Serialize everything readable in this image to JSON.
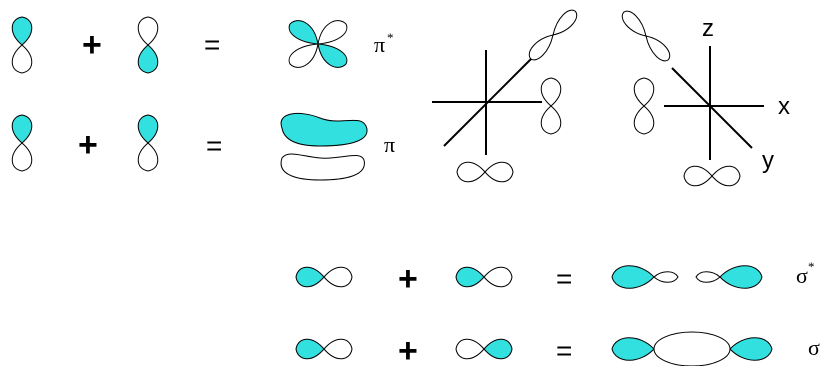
{
  "colors": {
    "filled": "#33e0e0",
    "empty": "#ffffff",
    "outline": "#000000"
  },
  "symbols": {
    "plus": "+",
    "equals": "="
  },
  "labels": {
    "pi_star": "π",
    "pi_star_sup": "*",
    "pi": "π",
    "sigma_star": "σ",
    "sigma_star_sup": "*",
    "sigma": "σ"
  },
  "axes": {
    "z": "z",
    "x": "x",
    "y": "y"
  }
}
